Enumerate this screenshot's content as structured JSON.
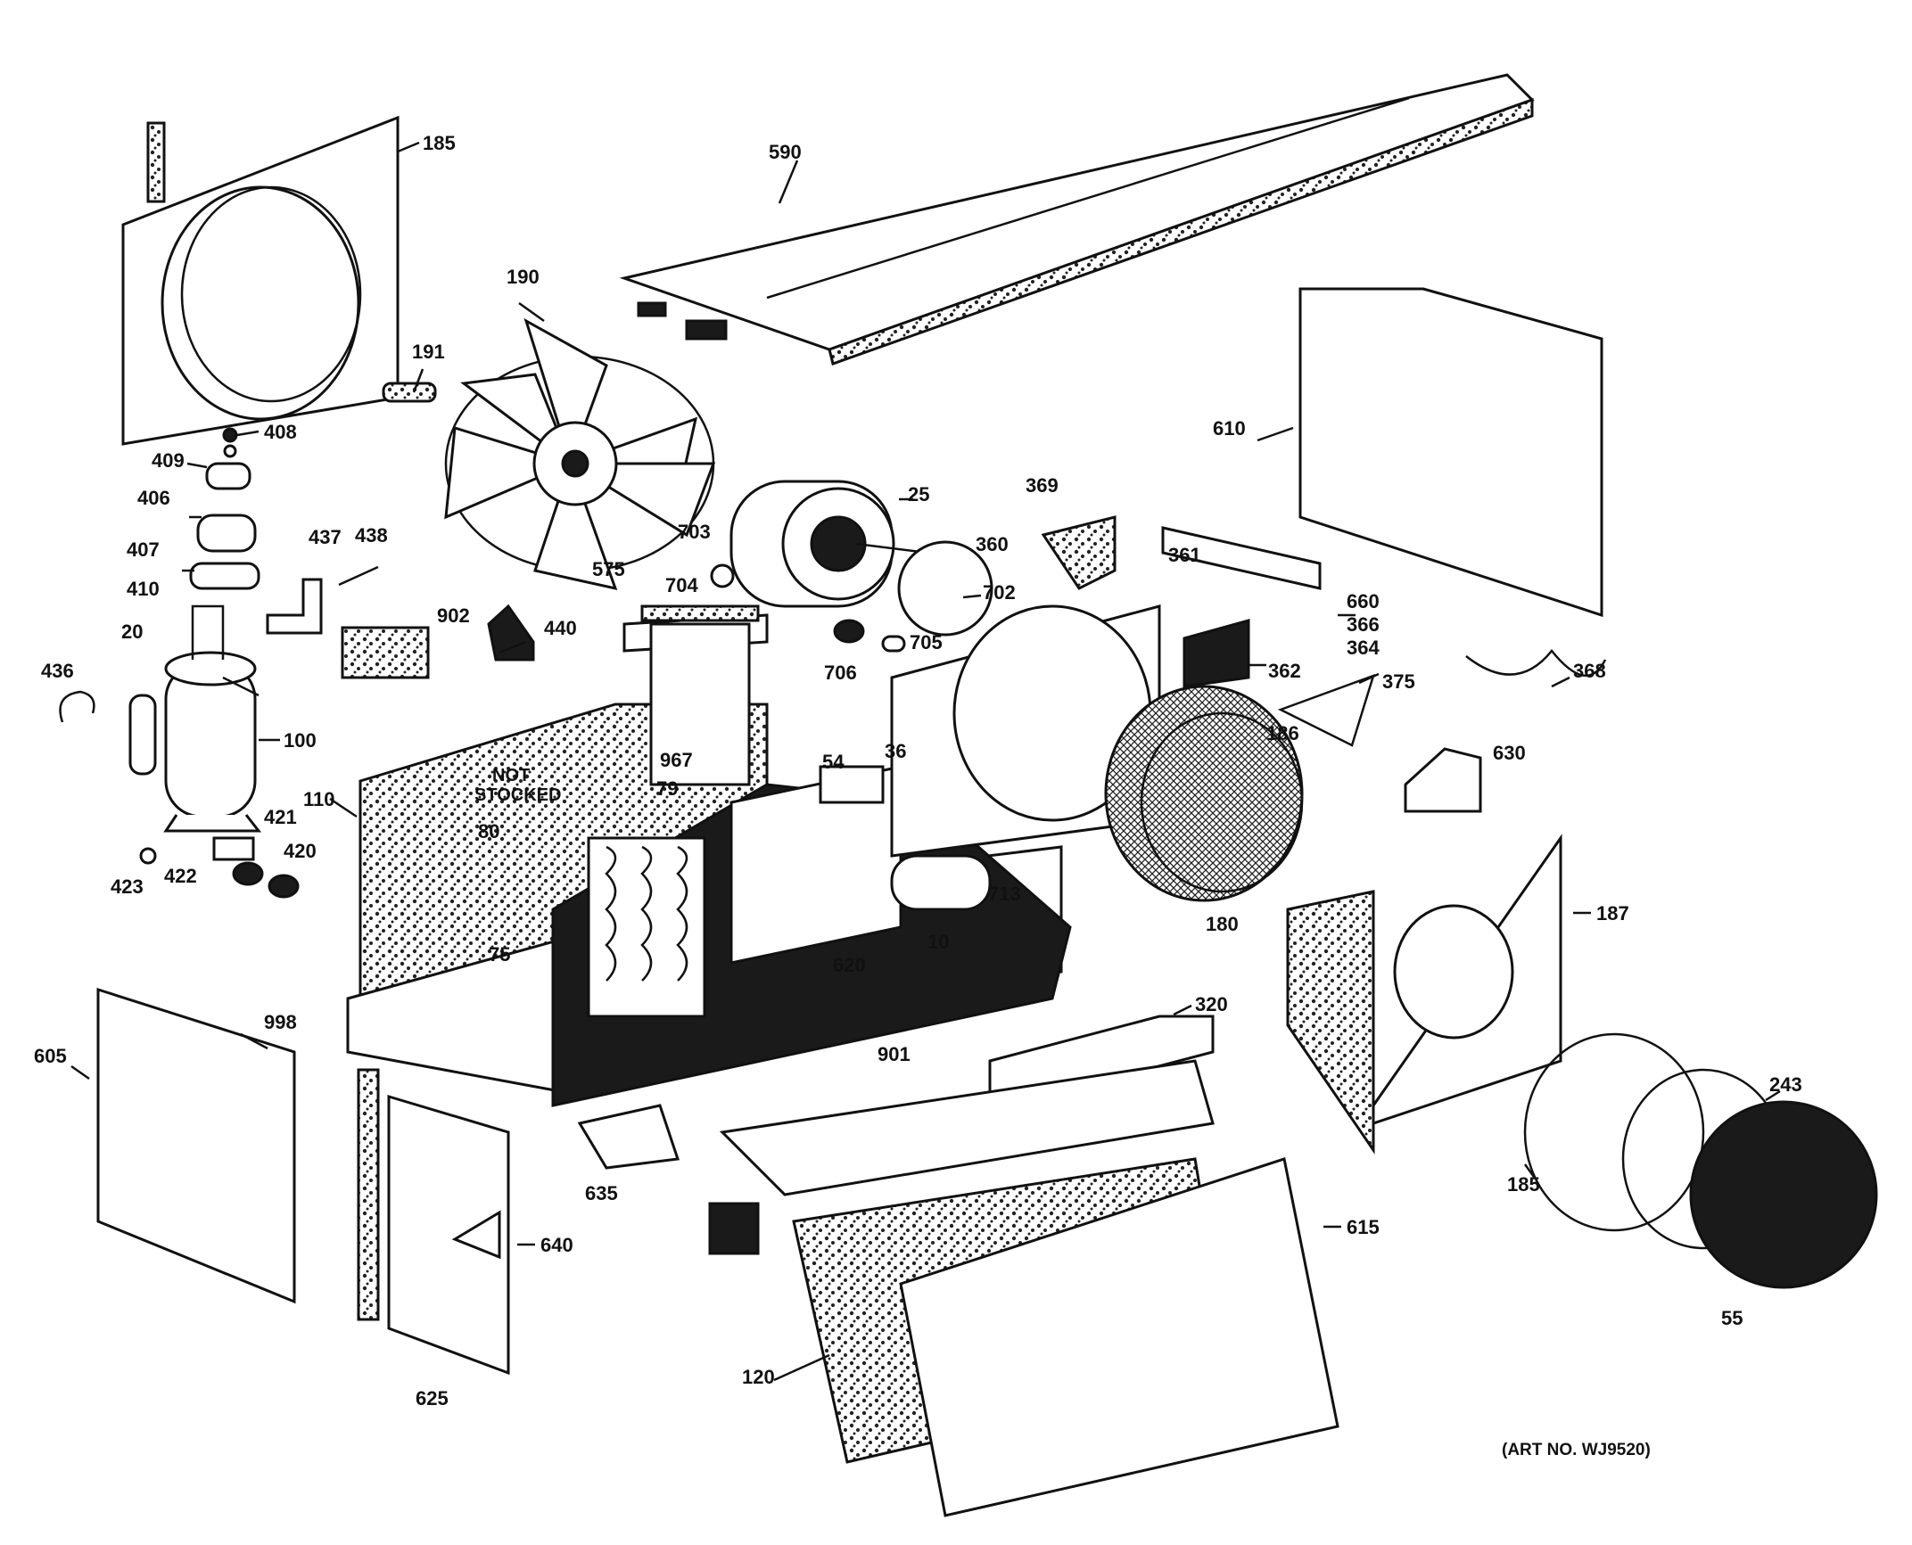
{
  "diagram": {
    "labels": {
      "p185a": "185",
      "p590": "590",
      "p190": "190",
      "p191": "191",
      "p408": "408",
      "p409": "409",
      "p406": "406",
      "p407": "407",
      "p410": "410",
      "p437": "437",
      "p438": "438",
      "p20": "20",
      "p436": "436",
      "p100": "100",
      "p110": "110",
      "p421": "421",
      "p420": "420",
      "p423": "423",
      "p422": "422",
      "p902": "902",
      "p440": "440",
      "p575": "575",
      "p703": "703",
      "p704": "704",
      "p25": "25",
      "p702": "702",
      "p705": "705",
      "p706": "706",
      "p369": "369",
      "p360": "360",
      "p361": "361",
      "p610": "610",
      "p660": "660",
      "p366": "366",
      "p364": "364",
      "p362": "362",
      "p375": "375",
      "p368": "368",
      "p967": "967",
      "p79": "79",
      "p80": "80",
      "p54": "54",
      "p36": "36",
      "p186": "186",
      "p630": "630",
      "p75": "75",
      "p620": "620",
      "p10": "10",
      "p713": "713",
      "p180": "180",
      "p187": "187",
      "p320": "320",
      "p901": "901",
      "p998": "998",
      "p605": "605",
      "p635": "635",
      "p640": "640",
      "p625": "625",
      "p615": "615",
      "p120": "120",
      "p243": "243",
      "p185b": "185",
      "p55": "55"
    },
    "not_stocked": [
      "NOT",
      "STOCKED"
    ],
    "art_number": "(ART NO. WJ9520)"
  }
}
